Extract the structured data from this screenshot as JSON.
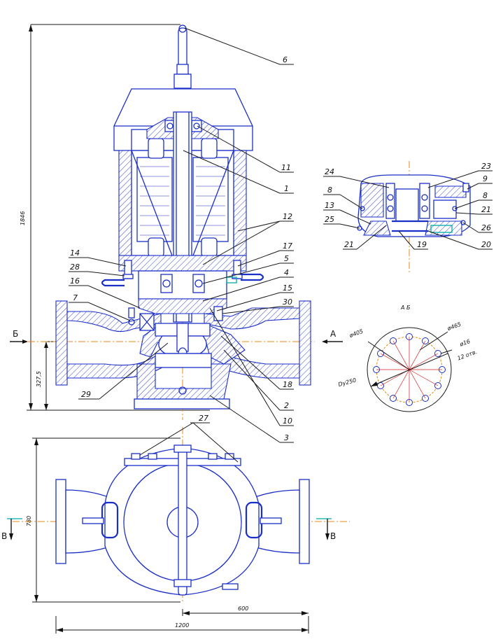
{
  "main_view": {
    "dim_overall_height": "1846",
    "dim_axis_height": "327,5",
    "section_marker_left": "Б",
    "section_marker_right": "А",
    "callouts": [
      "6",
      "11",
      "1",
      "12",
      "14",
      "28",
      "16",
      "17",
      "5",
      "4",
      "15",
      "30",
      "7",
      "29",
      "18",
      "2",
      "10",
      "3"
    ]
  },
  "detail_view": {
    "callouts": [
      "24",
      "23",
      "9",
      "8",
      "8",
      "21",
      "13",
      "25",
      "26",
      "21",
      "19",
      "20"
    ]
  },
  "flange_view": {
    "title": "А Б",
    "dim_bolt_circle": "ø405",
    "dim_outer": "ø465",
    "dim_holes": "ø16",
    "dim_holes_count": "12 отв.",
    "dim_bore": "Dy250"
  },
  "plan_view": {
    "callout": "27",
    "dim_width": "780",
    "dim_half_length": "600",
    "dim_length": "1200",
    "section_left": "В",
    "section_right": "В"
  },
  "colors": {
    "outline": "#1a2ec8",
    "axis": "#e88a14",
    "leader": "#1a1a1a"
  }
}
